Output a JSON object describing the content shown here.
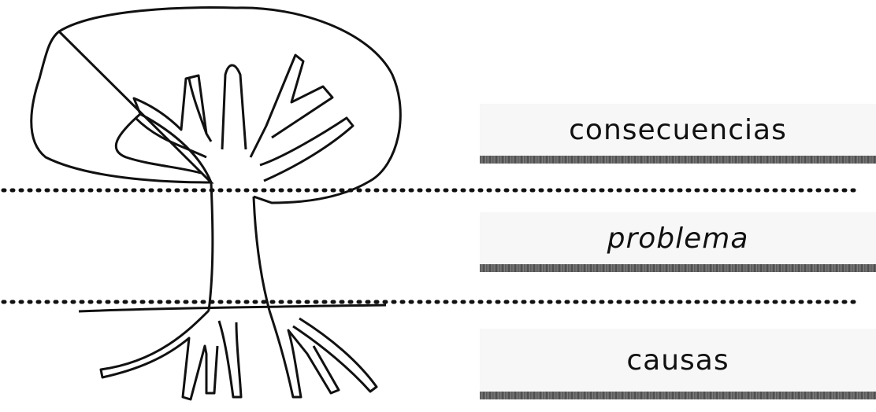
{
  "labels": {
    "consequences": "consecuencias",
    "problem": "problema",
    "causes": "causas"
  },
  "colors": {
    "ink": "#111111",
    "box_fill": "#f7f7f7"
  }
}
